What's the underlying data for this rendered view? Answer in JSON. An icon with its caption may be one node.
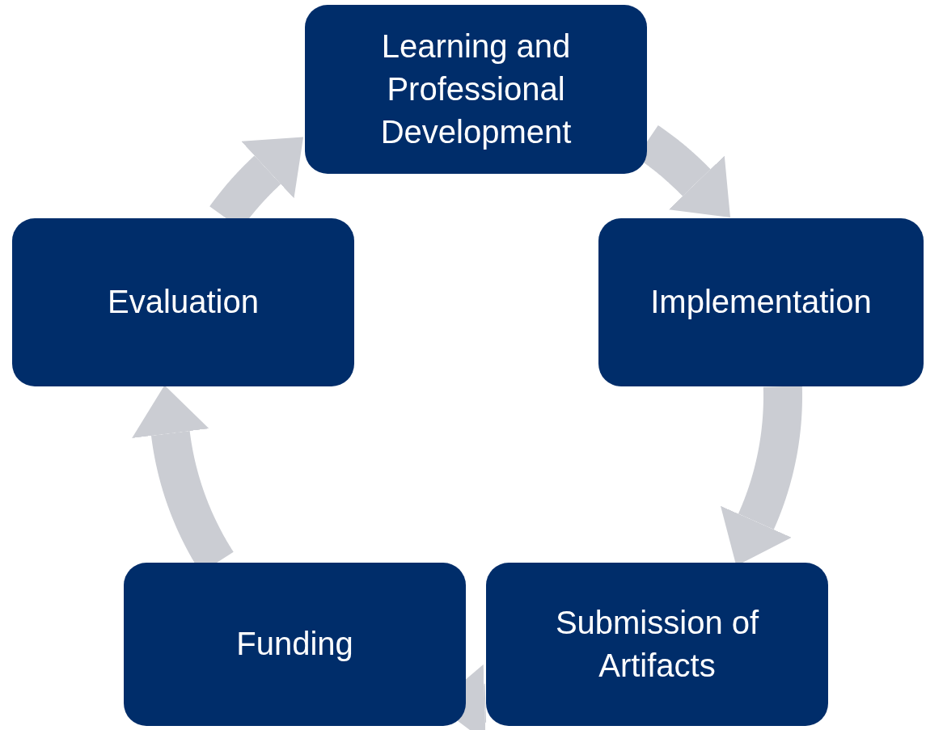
{
  "diagram": {
    "nodes": [
      {
        "text": [
          "Learning and Professional Development"
        ]
      },
      {
        "text": [
          "Implementation"
        ]
      },
      {
        "text": [
          "Submission of Artifacts"
        ]
      },
      {
        "text": [
          "Funding"
        ]
      },
      {
        "text": [
          "Evaluation"
        ]
      }
    ],
    "edges": [
      {
        "from": 0,
        "to": 1,
        "arrow": "to"
      },
      {
        "from": 1,
        "to": 2,
        "arrow": "to"
      },
      {
        "from": 2,
        "to": 3,
        "arrow": "to"
      },
      {
        "from": 3,
        "to": 4,
        "arrow": "to"
      },
      {
        "from": 4,
        "to": 0,
        "arrow": "to"
      }
    ]
  }
}
